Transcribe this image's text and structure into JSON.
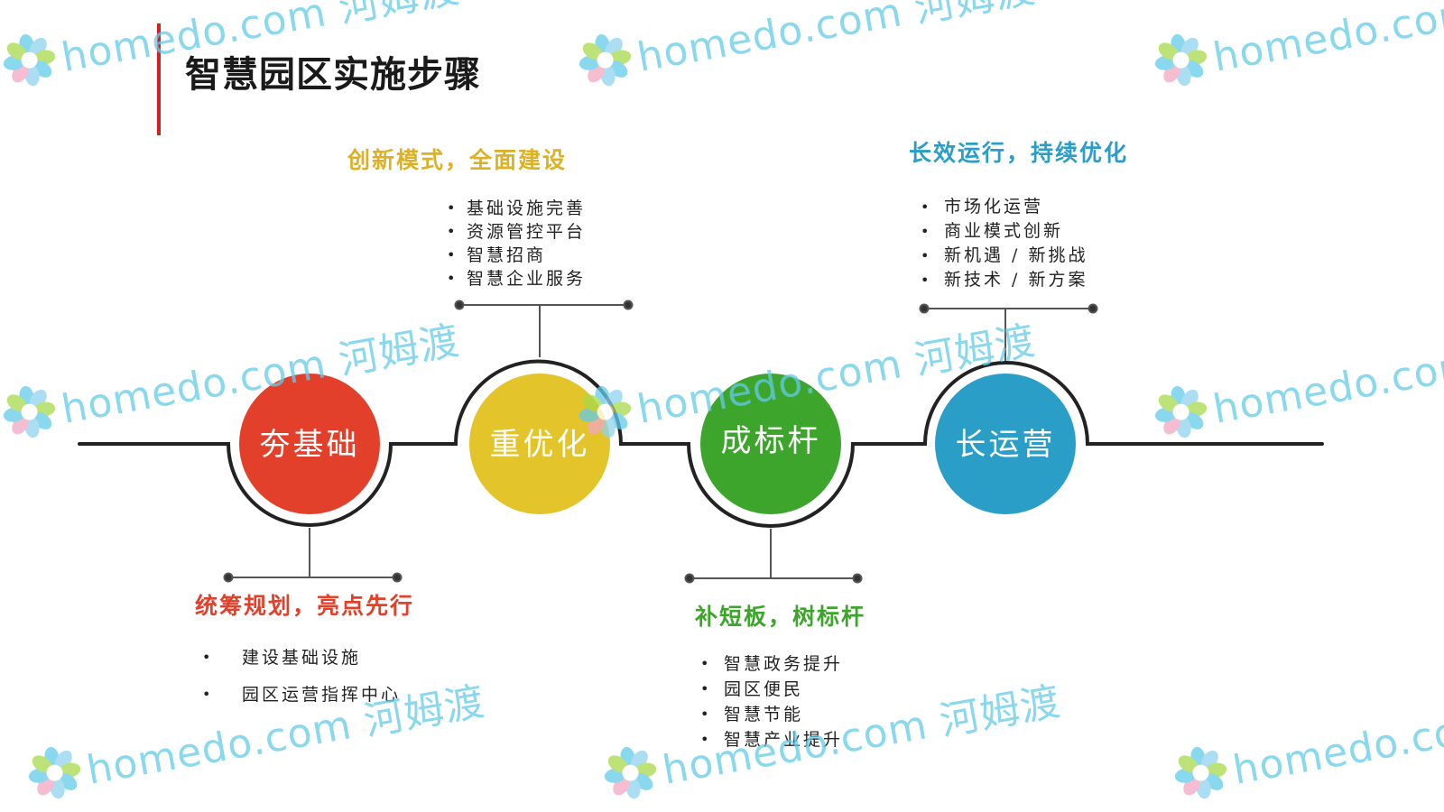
{
  "title": "智慧园区实施步骤",
  "stages": [
    {
      "label": "夯基础",
      "color": "#e2402a",
      "heading": "统筹规划，亮点先行",
      "heading_color": "#e2402a",
      "items": [
        "建设基础设施",
        "园区运营指挥中心"
      ]
    },
    {
      "label": "重优化",
      "color": "#e3c42a",
      "heading": "创新模式，全面建设",
      "heading_color": "#dcb224",
      "items": [
        "基础设施完善",
        "资源管控平台",
        "智慧招商",
        "智慧企业服务"
      ]
    },
    {
      "label": "成标杆",
      "color": "#3ea52c",
      "heading": "补短板，树标杆",
      "heading_color": "#3ea52c",
      "items": [
        "智慧政务提升",
        "园区便民",
        "智慧节能",
        "智慧产业提升"
      ]
    },
    {
      "label": "长运营",
      "color": "#2a9ec6",
      "heading": "长效运行，持续优化",
      "heading_color": "#2a9ec6",
      "items": [
        "市场化运营",
        "商业模式创新",
        "新机遇 / 新挑战",
        "新技术 / 新方案"
      ]
    }
  ],
  "watermark": {
    "text": "homedo.com 河姆渡",
    "color": "#62cbe9",
    "icon": "flower-logo"
  }
}
